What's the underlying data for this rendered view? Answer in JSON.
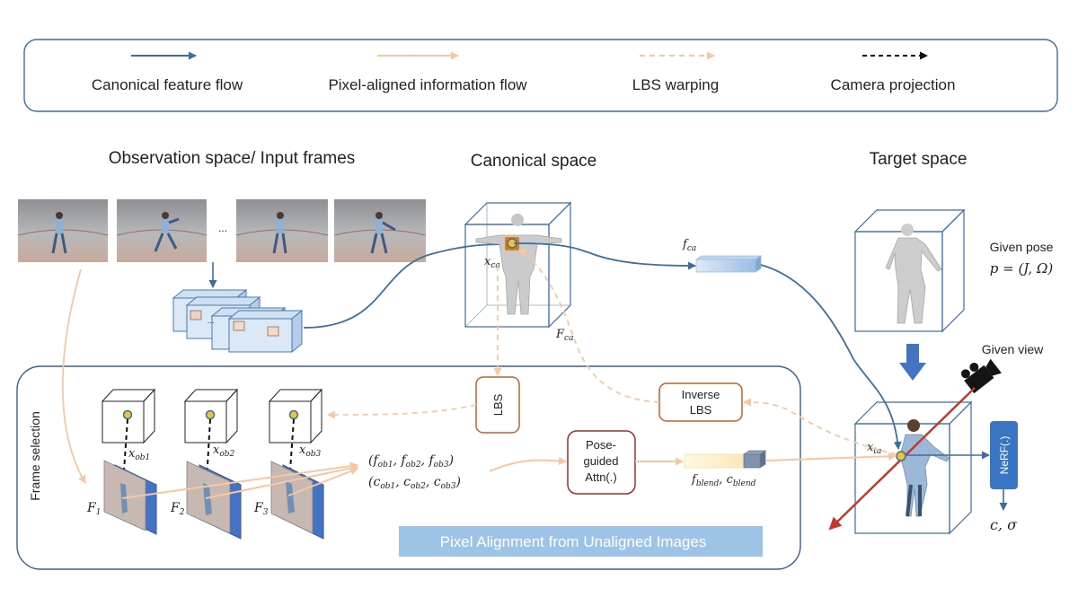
{
  "legend": {
    "canonical": "Canonical feature flow",
    "pixel": "Pixel-aligned information flow",
    "lbs": "LBS warping",
    "camera": "Camera projection"
  },
  "headers": {
    "observation": "Observation space/ Input frames",
    "canonical": "Canonical space",
    "target": "Target space"
  },
  "ellipsis": "...",
  "canonical": {
    "x_ca": "x",
    "x_ca_sub": "ca",
    "F_ca": "F",
    "F_ca_sub": "ca",
    "f_ca": "f",
    "f_ca_sub": "ca"
  },
  "given_pose": {
    "label": "Given pose",
    "formula": "p = (J, Ω)"
  },
  "given_view": "Given view",
  "frame_selection": "Frame selection",
  "obs_points": [
    {
      "base": "x",
      "sub": "ob1"
    },
    {
      "base": "x",
      "sub": "ob2"
    },
    {
      "base": "x",
      "sub": "ob3"
    }
  ],
  "frames": [
    {
      "base": "F",
      "sub": "1"
    },
    {
      "base": "F",
      "sub": "2"
    },
    {
      "base": "F",
      "sub": "3"
    }
  ],
  "tuple_f": "(f_ob1, f_ob2, f_ob3)",
  "tuple_c": "(c_ob1, c_ob2, c_ob3)",
  "lbs_box": "LBS",
  "inverse_lbs": {
    "line1": "Inverse",
    "line2": "LBS"
  },
  "attn": {
    "line1": "Pose-",
    "line2": "guided",
    "line3": "Attn(.)"
  },
  "blend": {
    "f": "f",
    "f_sub": "blend",
    "c": "c",
    "c_sub": "blend"
  },
  "x_ta": {
    "base": "x",
    "sub": "ta"
  },
  "nerf": "NeRF(.)",
  "output": "c,  σ",
  "banner": "Pixel Alignment from Unaligned Images",
  "colors": {
    "canonical": "#3c6e9e",
    "pixel": "#f6c7a2",
    "camera": "#111111",
    "accent_red": "#c0392b",
    "banner": "#9dc3e6",
    "nerf": "#3a75c4"
  }
}
